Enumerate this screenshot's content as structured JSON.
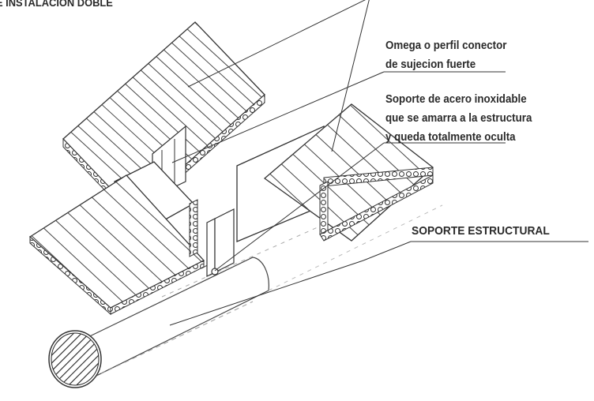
{
  "title": "E INSTALACION DOBLE",
  "labels": {
    "omega": [
      "Omega o perfil conector",
      "de sujecion fuerte"
    ],
    "soporte_acero": [
      "Soporte de acero inoxidable",
      "que se amarra a la estructura",
      "y queda totalmente oculta"
    ],
    "soporte_estructural": "SOPORTE ESTRUCTURAL"
  }
}
